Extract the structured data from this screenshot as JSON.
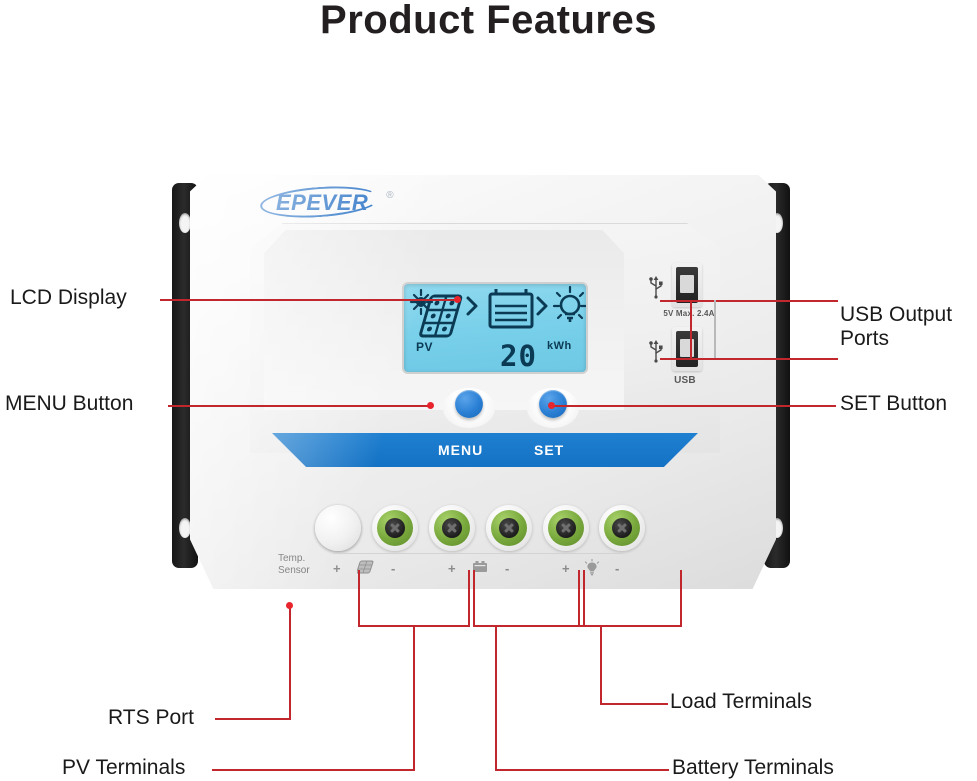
{
  "page": {
    "title": "Product Features",
    "accent_red": "#c1272d",
    "brand_blue": "#1565c0",
    "terminal_green": "#78a83c",
    "lcd_cyan": "#77cfe9"
  },
  "device": {
    "brand": "EPEVER",
    "registered_mark": "®",
    "lcd": {
      "pv_label": "PV",
      "value": "20",
      "unit": "kWh",
      "icons": [
        "sun-solar-panel-icon",
        "arrow-right-icon",
        "battery-icon",
        "arrow-right-icon",
        "light-bulb-icon"
      ]
    },
    "usb": {
      "spec_label": "5V  Max. 2.4A",
      "name_label": "USB",
      "port_count": 2
    },
    "buttons": {
      "menu": "MENU",
      "set": "SET"
    },
    "temp_sensor_line1": "Temp.",
    "temp_sensor_line2": "Sensor",
    "terminal_groups": [
      {
        "name": "pv",
        "icon": "solar-panel-icon",
        "plus": "+",
        "minus": "-"
      },
      {
        "name": "battery",
        "icon": "battery-icon",
        "plus": "+",
        "minus": "-"
      },
      {
        "name": "load",
        "icon": "light-bulb-icon",
        "plus": "+",
        "minus": "-"
      }
    ]
  },
  "callouts": {
    "lcd_display": "LCD Display",
    "menu_button": "MENU Button",
    "usb_output_ports": "USB Output\nPorts",
    "set_button": "SET Button",
    "rts_port": "RTS Port",
    "pv_terminals": "PV Terminals",
    "load_terminals": "Load Terminals",
    "battery_terminals": "Battery Terminals"
  }
}
